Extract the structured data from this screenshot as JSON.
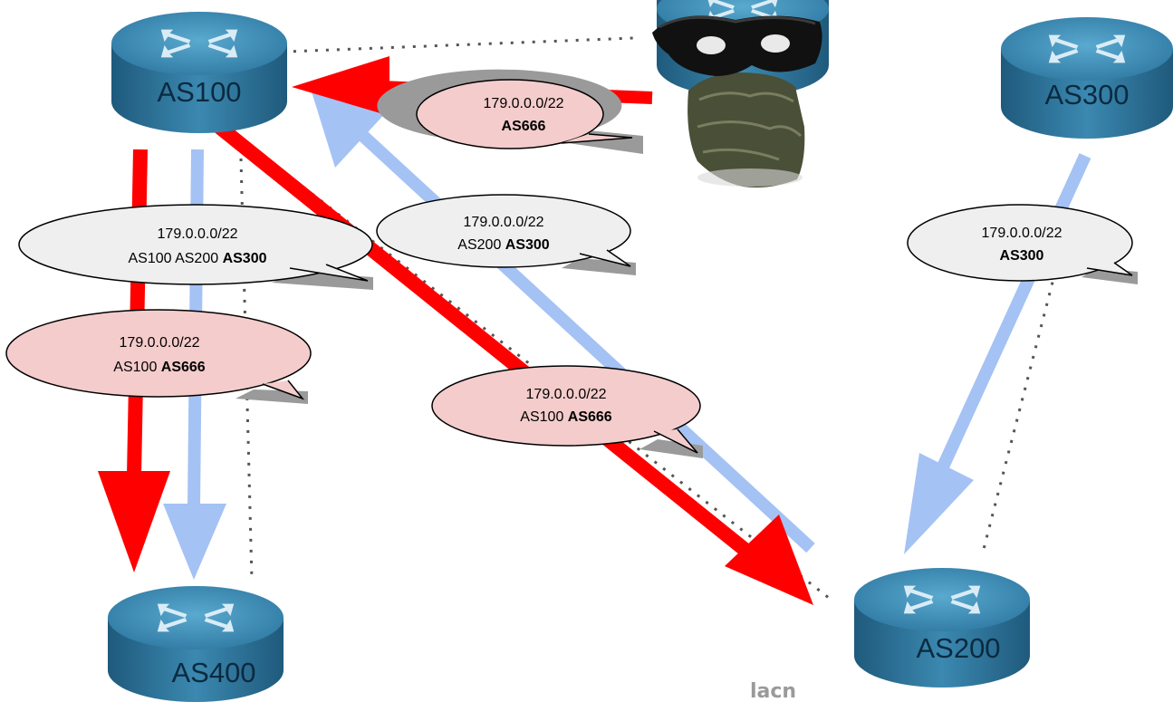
{
  "routers": {
    "as100": {
      "label": "AS100"
    },
    "as200": {
      "label": "AS200"
    },
    "as300": {
      "label": "AS300"
    },
    "as400": {
      "label": "AS400"
    }
  },
  "announcements": {
    "hijack_to_as100": {
      "prefix": "179.0.0.0/22",
      "path_plain": "",
      "path_bold": "AS666",
      "kind": "hijack"
    },
    "as100_to_as400_legit": {
      "prefix": "179.0.0.0/22",
      "path_plain": "AS100 AS200  ",
      "path_bold": "AS300",
      "kind": "legit"
    },
    "as100_to_as400_hijack": {
      "prefix": "179.0.0.0/22",
      "path_plain": "AS100 ",
      "path_bold": "AS666",
      "kind": "hijack"
    },
    "as200_to_as100_legit": {
      "prefix": "179.0.0.0/22",
      "path_plain": "AS200  ",
      "path_bold": "AS300",
      "kind": "legit"
    },
    "as100_to_as200_hijack": {
      "prefix": "179.0.0.0/22",
      "path_plain": "AS100 ",
      "path_bold": "AS666",
      "kind": "hijack"
    },
    "as300_to_as200_legit": {
      "prefix": "179.0.0.0/22",
      "path_plain": "",
      "path_bold": "AS300",
      "kind": "legit"
    }
  },
  "attacker": {
    "icon": "masked-bandit-icon"
  },
  "watermark": "lacn",
  "colors": {
    "hijack_arrow": "#ff0000",
    "legit_arrow": "#a4c2f4",
    "hijack_bubble": "#f4cccc",
    "legit_bubble": "#efefef",
    "router_top": "#3f8fb5",
    "router_side": "#2b6d92",
    "link_dots": "#555555"
  }
}
